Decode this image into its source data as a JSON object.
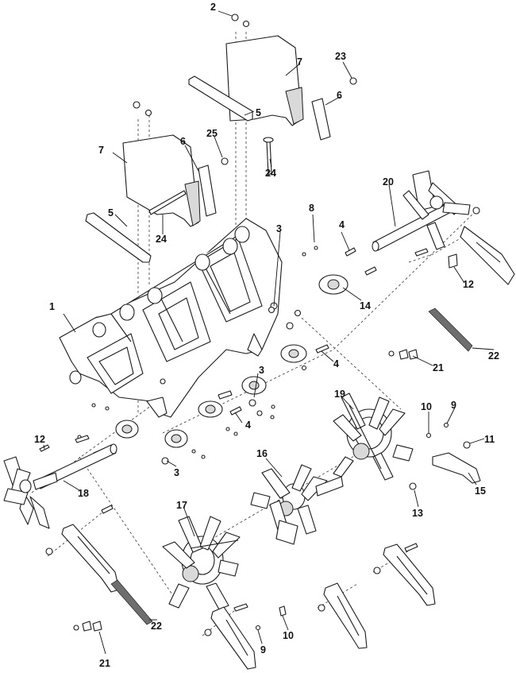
{
  "callouts": {
    "c1": "1",
    "c2": "2",
    "c3a": "3",
    "c3b": "3",
    "c3c": "3",
    "c4a": "4",
    "c4b": "4",
    "c4c": "4",
    "c5a": "5",
    "c5b": "5",
    "c6a": "6",
    "c6b": "6",
    "c7a": "7",
    "c7b": "7",
    "c8": "8",
    "c9a": "9",
    "c9b": "9",
    "c10a": "10",
    "c10b": "10",
    "c11": "11",
    "c12a": "12",
    "c12b": "12",
    "c13": "13",
    "c14": "14",
    "c15": "15",
    "c16": "16",
    "c17": "17",
    "c18": "18",
    "c19": "19",
    "c20": "20",
    "c21a": "21",
    "c21b": "21",
    "c22a": "22",
    "c22b": "22",
    "c23": "23",
    "c24a": "24",
    "c24b": "24",
    "c25": "25"
  }
}
